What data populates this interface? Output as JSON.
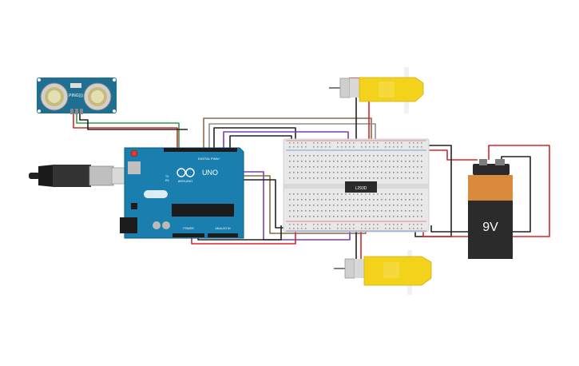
{
  "sensor": {
    "label": "PING))) "
  },
  "arduino": {
    "brand": "ARDUINO",
    "model": "UNO",
    "digital_label": "DIGITAL PWM~",
    "power_label": "POWER",
    "analog_label": "ANALOG IN",
    "tx": "TX",
    "rx": "RX"
  },
  "driver": {
    "label": "L293D"
  },
  "battery": {
    "label": "9V"
  },
  "colors": {
    "wire_red": "#d7262b",
    "wire_black": "#222222",
    "wire_green": "#2ea043",
    "wire_purple": "#7a3fb0",
    "wire_brown": "#8a6a4a",
    "wire_gray": "#8f8f8f",
    "arduino_blue": "#1a7fae",
    "motor_yellow": "#f3d21c",
    "battery_orange": "#d98a3a"
  }
}
